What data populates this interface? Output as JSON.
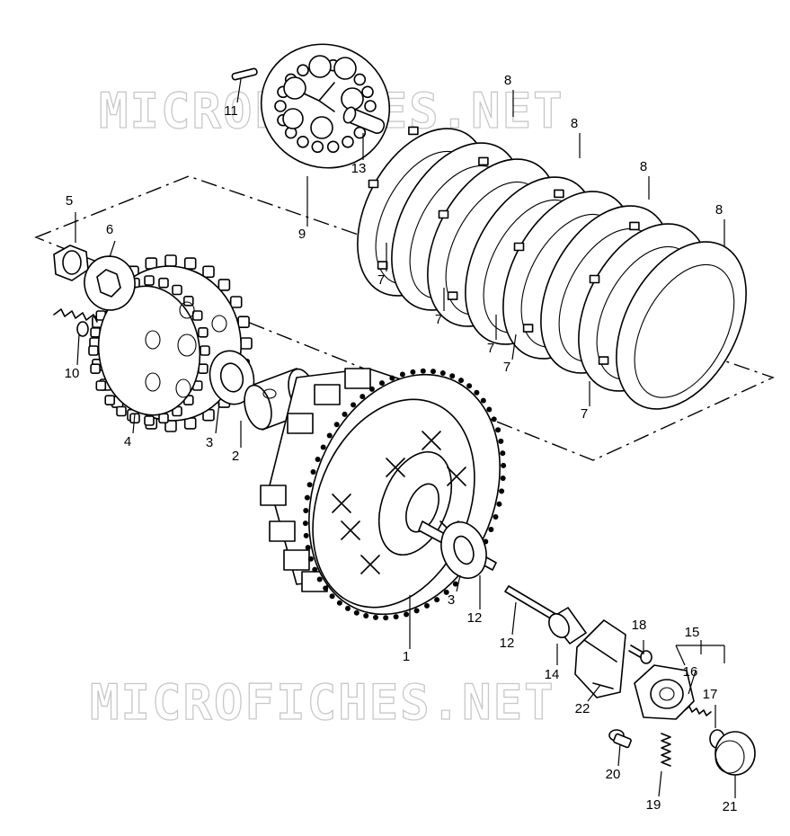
{
  "watermark": {
    "top": "MICROFICHES.NET",
    "bottom": "MICROFICHES.NET"
  },
  "callouts": [
    {
      "id": "c1",
      "label": "1"
    },
    {
      "id": "c2",
      "label": "2"
    },
    {
      "id": "c3a",
      "label": "3"
    },
    {
      "id": "c3b",
      "label": "3"
    },
    {
      "id": "c4",
      "label": "4"
    },
    {
      "id": "c5",
      "label": "5"
    },
    {
      "id": "c6",
      "label": "6"
    },
    {
      "id": "c7a",
      "label": "7"
    },
    {
      "id": "c7b",
      "label": "7"
    },
    {
      "id": "c7c",
      "label": "7"
    },
    {
      "id": "c7d",
      "label": "7"
    },
    {
      "id": "c7e",
      "label": "7"
    },
    {
      "id": "c8a",
      "label": "8"
    },
    {
      "id": "c8b",
      "label": "8"
    },
    {
      "id": "c8c",
      "label": "8"
    },
    {
      "id": "c8d",
      "label": "8"
    },
    {
      "id": "c9",
      "label": "9"
    },
    {
      "id": "c10",
      "label": "10"
    },
    {
      "id": "c11",
      "label": "11"
    },
    {
      "id": "c12a",
      "label": "12"
    },
    {
      "id": "c12b",
      "label": "12"
    },
    {
      "id": "c13",
      "label": "13"
    },
    {
      "id": "c14",
      "label": "14"
    },
    {
      "id": "c15",
      "label": "15"
    },
    {
      "id": "c16",
      "label": "16"
    },
    {
      "id": "c17",
      "label": "17"
    },
    {
      "id": "c18",
      "label": "18"
    },
    {
      "id": "c19",
      "label": "19"
    },
    {
      "id": "c20",
      "label": "20"
    },
    {
      "id": "c21",
      "label": "21"
    },
    {
      "id": "c22",
      "label": "22"
    }
  ]
}
